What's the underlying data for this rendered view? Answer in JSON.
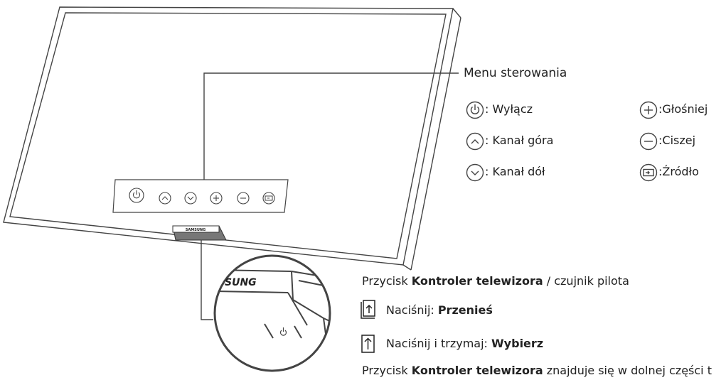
{
  "control_menu": {
    "title": "Menu sterowania",
    "buttons": [
      {
        "icon": "power-icon",
        "label": ": Wyłącz"
      },
      {
        "icon": "chevron-up-icon",
        "label": ": Kanał góra"
      },
      {
        "icon": "chevron-down-icon",
        "label": ": Kanał dół"
      },
      {
        "icon": "plus-icon",
        "label": ":Głośniej"
      },
      {
        "icon": "minus-icon",
        "label": ":Ciszej"
      },
      {
        "icon": "source-icon",
        "label": ":Źródło"
      }
    ]
  },
  "brand": "SAMSUNG",
  "zoom_brand": "SUNG",
  "controller": {
    "heading_prefix": "Przycisk ",
    "heading_bold": "Kontroler telewizora",
    "heading_suffix": " / czujnik pilota",
    "press_label": "Naciśnij: ",
    "press_action": "Przenieś",
    "hold_label": "Naciśnij i trzymaj: ",
    "hold_action": "Wybierz",
    "note_prefix": "Przycisk ",
    "note_bold": "Kontroler telewizora",
    "note_suffix": " znajduje się w dolnej części t"
  }
}
